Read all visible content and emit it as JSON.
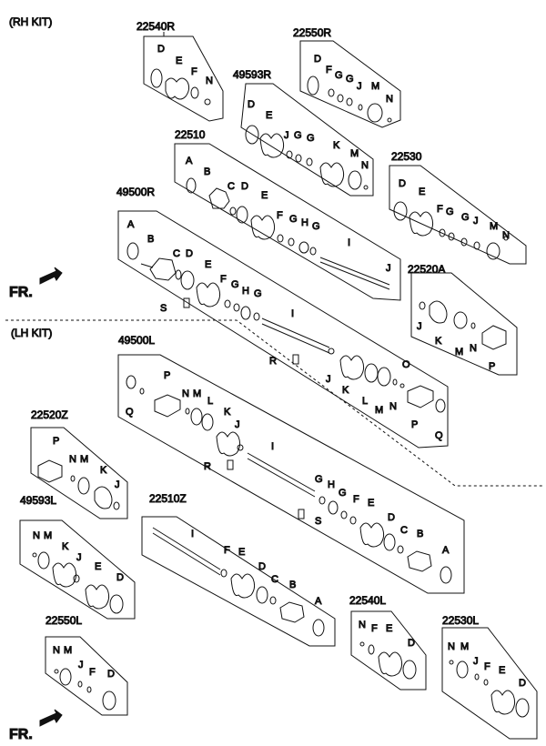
{
  "kits": {
    "rh": "(RH KIT)",
    "lh": "(LH KIT)"
  },
  "front_label": "FR.",
  "parts": {
    "p22540R": "22540R",
    "p22550R": "22550R",
    "p49593R": "49593R",
    "p22510": "22510",
    "p22530": "22530",
    "p49500R": "49500R",
    "p22520A": "22520A",
    "p49500L": "49500L",
    "p22520Z": "22520Z",
    "p49593L": "49593L",
    "p22510Z": "22510Z",
    "p22550L": "22550L",
    "p22540L": "22540L",
    "p22530L": "22530L"
  },
  "letters": {
    "A": "A",
    "B": "B",
    "C": "C",
    "D": "D",
    "E": "E",
    "F": "F",
    "G": "G",
    "H": "H",
    "I": "I",
    "J": "J",
    "K": "K",
    "L": "L",
    "M": "M",
    "N": "N",
    "O": "O",
    "P": "P",
    "Q": "Q",
    "R": "R",
    "S": "S"
  }
}
